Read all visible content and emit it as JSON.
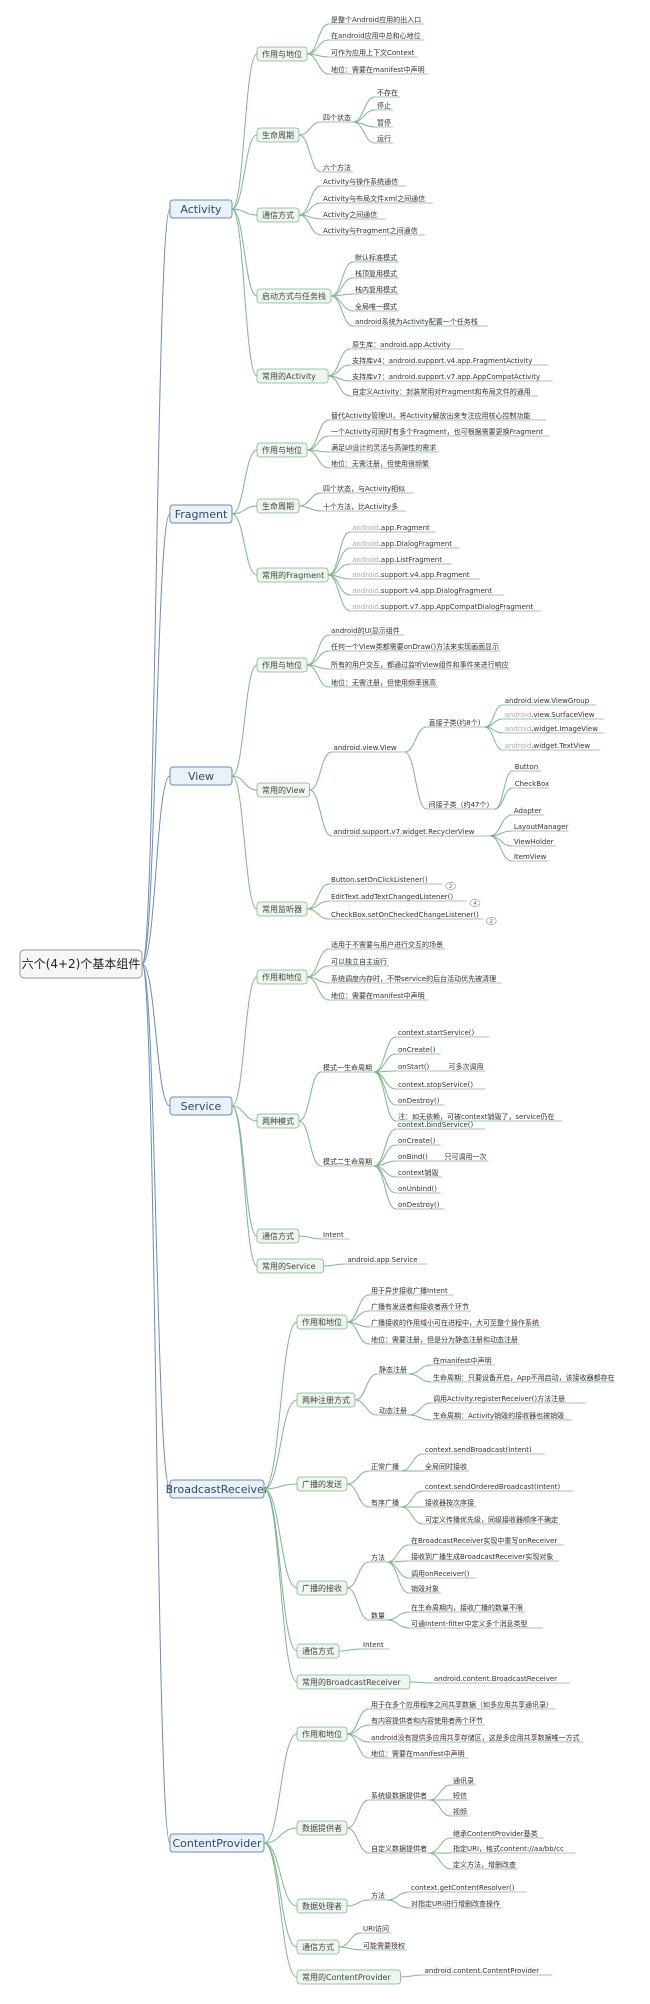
{
  "root": "六个(4+2)个基本组件",
  "tree": [
    {
      "label": "Activity",
      "children": [
        {
          "label": "作用与地位",
          "children": [
            {
              "label": "是整个Android应用的出入口"
            },
            {
              "label": "在android应用中总和心地位"
            },
            {
              "label": "可作为应用上下文Context"
            },
            {
              "label": "地位：需要在manifest中声明"
            }
          ]
        },
        {
          "label": "生命周期",
          "children": [
            {
              "label": "四个状态",
              "children": [
                {
                  "label": "不存在"
                },
                {
                  "label": "停止"
                },
                {
                  "label": "暂停"
                },
                {
                  "label": "运行"
                }
              ]
            },
            {
              "label": "六个方法"
            }
          ]
        },
        {
          "label": "通信方式",
          "children": [
            {
              "label": "Activity与操作系统通信"
            },
            {
              "label": "Activity与布局文件xml之间通信"
            },
            {
              "label": "Activity之间通信"
            },
            {
              "label": "Activity与Fragment之间通信"
            }
          ]
        },
        {
          "label": "启动方式与任务栈",
          "children": [
            {
              "label": "默认标准模式"
            },
            {
              "label": "栈顶复用模式"
            },
            {
              "label": "栈内复用模式"
            },
            {
              "label": "全局唯一模式"
            },
            {
              "label": "android系统为Activity配置一个任务栈"
            }
          ]
        },
        {
          "label": "常用的Activity",
          "children": [
            {
              "label": "原生库：android.app.Activity"
            },
            {
              "label": "支持库v4：android.support.v4.app.FragmentActivity"
            },
            {
              "label": "支持库v7：android.support.v7.app.AppCompatActivity"
            },
            {
              "label": "自定义Activity：封装常用对Fragment和布局文件的通用"
            }
          ]
        }
      ]
    },
    {
      "label": "Fragment",
      "children": [
        {
          "label": "作用与地位",
          "children": [
            {
              "label": "替代Activity管理UI，将Activity解放出来专注应用核心控制功能"
            },
            {
              "label": "一个Activity可同时有多个Fragment，也可根据需要更换Fragment"
            },
            {
              "label": "满足UI设计的灵活与高弹性的需求"
            },
            {
              "label": "地位：无需注册，但使用很频繁"
            }
          ]
        },
        {
          "label": "生命周期",
          "children": [
            {
              "label": "四个状态，与Activity相似"
            },
            {
              "label": "十个方法，比Activity多"
            }
          ]
        },
        {
          "label": "常用的Fragment",
          "children": [
            {
              "label": "android.app.Fragment",
              "prefix": "android"
            },
            {
              "label": "android.app.DialogFragment",
              "prefix": "android"
            },
            {
              "label": "android.app.ListFragment",
              "prefix": "android"
            },
            {
              "label": "android.support.v4.app.Fragment",
              "prefix": "android"
            },
            {
              "label": "android.support.v4.app.DialogFragment",
              "prefix": "android"
            },
            {
              "label": "android.support.v7.app.AppCompatDialogFragment",
              "prefix": "android"
            }
          ]
        }
      ]
    },
    {
      "label": "View",
      "children": [
        {
          "label": "作用与地位",
          "children": [
            {
              "label": "android的UI显示组件"
            },
            {
              "label": "任何一个View类都需要onDraw()方法来实现画面显示"
            },
            {
              "label": "所有的用户交互，都通过监听View组件和事件来进行响应"
            },
            {
              "label": "地位：无需注册，但使用频率很高"
            }
          ]
        },
        {
          "label": "常用的View",
          "children": [
            {
              "label": "android.view.View",
              "children": [
                {
                  "label": "直接子类(约8个)",
                  "children": [
                    {
                      "label": "android.view.ViewGroup"
                    },
                    {
                      "label": "android.view.SurfaceView",
                      "prefix": "android"
                    },
                    {
                      "label": "android.widget.ImageView",
                      "prefix": "android"
                    },
                    {
                      "label": "android.widget.TextView",
                      "prefix": "android"
                    }
                  ]
                },
                {
                  "label": "间接子类（约47个）",
                  "children": [
                    {
                      "label": "Button"
                    },
                    {
                      "label": "CheckBox"
                    }
                  ]
                }
              ]
            },
            {
              "label": "android.support.v7.widget.RecyclerView",
              "children": [
                {
                  "label": "Adapter"
                },
                {
                  "label": "LayoutManager"
                },
                {
                  "label": "ViewHolder"
                },
                {
                  "label": "ItemView"
                }
              ]
            }
          ]
        },
        {
          "label": "常用监听器",
          "children": [
            {
              "label": "Button.setOnClickListener()",
              "badge": "2"
            },
            {
              "label": "EditText.addTextChangedListener()",
              "badge": "4"
            },
            {
              "label": "CheckBox.setOnCheckedChangeListener()",
              "badge": "2"
            }
          ]
        }
      ]
    },
    {
      "label": "Service",
      "children": [
        {
          "label": "作用和地位",
          "children": [
            {
              "label": "适用于不需要与用户进行交互的场景"
            },
            {
              "label": "可以独立自主运行"
            },
            {
              "label": "系统调度内存时，不带service的后台活动优先被清理"
            },
            {
              "label": "地位：需要在manifest中声明"
            }
          ]
        },
        {
          "label": "两种模式",
          "children": [
            {
              "label": "模式一生命周期",
              "children": [
                {
                  "label": "context.startService()"
                },
                {
                  "label": "onCreate()"
                },
                {
                  "label": "onStart()",
                  "note": "可多次调用"
                },
                {
                  "label": "context.stopService()"
                },
                {
                  "label": "onDestroy()"
                },
                {
                  "label": "注：如无依赖，可被context销毁了，service仍在"
                }
              ]
            },
            {
              "label": "模式二生命周期",
              "children": [
                {
                  "label": "context.bindService()"
                },
                {
                  "label": "onCreate()"
                },
                {
                  "label": "onBind()",
                  "note": "只可调用一次"
                },
                {
                  "label": "context销毁"
                },
                {
                  "label": "onUnbind()"
                },
                {
                  "label": "onDestroy()"
                }
              ]
            }
          ]
        },
        {
          "label": "通信方式",
          "children": [
            {
              "label": "Intent"
            }
          ]
        },
        {
          "label": "常用的Service",
          "children": [
            {
              "label": "android.app.Service"
            }
          ]
        }
      ]
    },
    {
      "label": "BroadcastReceiver",
      "children": [
        {
          "label": "作用和地位",
          "children": [
            {
              "label": "用于异步接收广播Intent"
            },
            {
              "label": "广播有发送者和接收者两个环节"
            },
            {
              "label": "广播接收的作用域小可在进程中，大可至整个操作系统"
            },
            {
              "label": "地位：需要注册，但是分为静态注册和动态注册"
            }
          ]
        },
        {
          "label": "两种注册方式",
          "children": [
            {
              "label": "静态注册",
              "children": [
                {
                  "label": "在manifest中声明"
                },
                {
                  "label": "生命周期：只要设备开启，App不用启动，该接收器都存在"
                }
              ]
            },
            {
              "label": "动态注册",
              "children": [
                {
                  "label": "调用Activity.registerReceiver()方法注册"
                },
                {
                  "label": "生命周期：Activity销毁的接收器也被销毁"
                }
              ]
            }
          ]
        },
        {
          "label": "广播的发送",
          "children": [
            {
              "label": "正常广播",
              "children": [
                {
                  "label": "context.sendBroadcast(Intent)"
                },
                {
                  "label": "全局同时接收"
                }
              ]
            },
            {
              "label": "有序广播",
              "children": [
                {
                  "label": "context.sendOrderedBroadcast(Intent)"
                },
                {
                  "label": "接收器按次序接"
                },
                {
                  "label": "可定义传播优先级，同级接收器顺序不确定"
                }
              ]
            }
          ]
        },
        {
          "label": "广播的接收",
          "children": [
            {
              "label": "方法",
              "children": [
                {
                  "label": "在BroadcastReceiver实现中重写onReceiver"
                },
                {
                  "label": "接收到广播生成BroadcastReceiver实现对象"
                },
                {
                  "label": "调用onReceiver()"
                },
                {
                  "label": "销毁对象"
                }
              ]
            },
            {
              "label": "数量",
              "children": [
                {
                  "label": "在生命周期内，接收广播的数量不限"
                },
                {
                  "label": "可通Intent-filter中定义多个消息类型"
                }
              ]
            }
          ]
        },
        {
          "label": "通信方式",
          "children": [
            {
              "label": "Intent"
            }
          ]
        },
        {
          "label": "常用的BroadcastReceiver",
          "children": [
            {
              "label": "android.content.BroadcastReceiver"
            }
          ]
        }
      ]
    },
    {
      "label": "ContentProvider",
      "children": [
        {
          "label": "作用和地位",
          "children": [
            {
              "label": "用于在多个应用程序之间共享数据（如多应用共享通讯录）"
            },
            {
              "label": "有内容提供者和内容使用者两个环节"
            },
            {
              "label": "android没有提供多应用共享存储区，这是多应用共享数据唯一方式"
            },
            {
              "label": "地位：需要在manifest中声明"
            }
          ]
        },
        {
          "label": "数据提供者",
          "children": [
            {
              "label": "系统级数据提供者",
              "children": [
                {
                  "label": "通讯录"
                },
                {
                  "label": "短信"
                },
                {
                  "label": "视频"
                }
              ]
            },
            {
              "label": "自定义数据提供者",
              "children": [
                {
                  "label": "继承ContentProvider基类"
                },
                {
                  "label": "指定URI，格式content://aa/bb/cc"
                },
                {
                  "label": "定义方法，增删改查"
                }
              ]
            }
          ]
        },
        {
          "label": "数据处理者",
          "children": [
            {
              "label": "方法",
              "children": [
                {
                  "label": "context.getContentResolver()"
                },
                {
                  "label": "对指定URI进行增删改查操作"
                }
              ]
            }
          ]
        },
        {
          "label": "通信方式",
          "children": [
            {
              "label": "URI访问"
            },
            {
              "label": "可能需要授权"
            }
          ]
        },
        {
          "label": "常用的ContentProvider",
          "children": [
            {
              "label": "android.content.ContentProvider"
            }
          ]
        }
      ]
    }
  ],
  "colors": {
    "line_top": "#6b8cb7",
    "line_branch": "#7fb58c",
    "box_top_fill": "#eaf1f8",
    "box_top_stroke": "#6b8cb7",
    "box_branch_fill": "#eef7ef",
    "box_branch_stroke": "#7fb58c",
    "root_fill": "#f6f6f6",
    "root_stroke": "#999999"
  }
}
